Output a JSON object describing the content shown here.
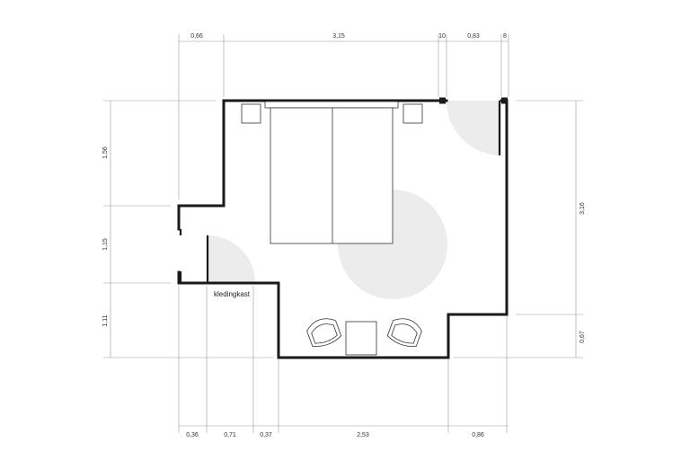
{
  "dimensions": {
    "top": [
      "0,66",
      "3,15",
      "10",
      "0,83",
      "8"
    ],
    "bottom": [
      "0,36",
      "0,71",
      "0,37",
      "2,53",
      "0,86"
    ],
    "left": [
      "1,56",
      "1,15",
      "1,11"
    ],
    "right": [
      "3,16",
      "0,67"
    ]
  },
  "labels": {
    "wardrobe": "kledingkast"
  },
  "colors": {
    "wall": "#1a1a1a",
    "dimension_line": "#9a9a9a",
    "door_swing": "#ececec"
  }
}
